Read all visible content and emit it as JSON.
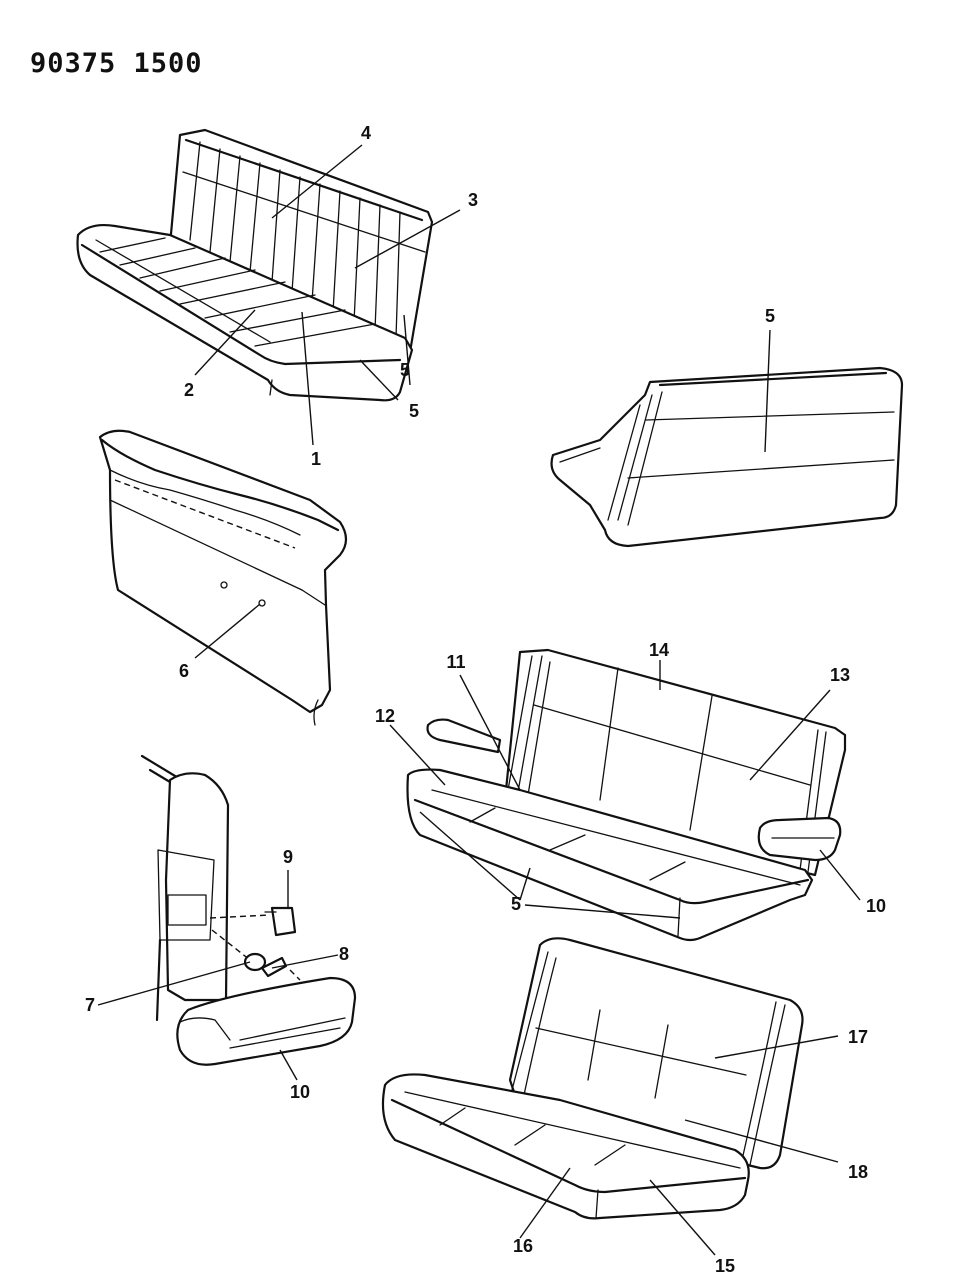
{
  "diagram": {
    "document_number": "90375 1500",
    "callouts": [
      {
        "id": "c1",
        "label": "1"
      },
      {
        "id": "c2",
        "label": "2"
      },
      {
        "id": "c3",
        "label": "3"
      },
      {
        "id": "c4",
        "label": "4"
      },
      {
        "id": "c5a",
        "label": "5"
      },
      {
        "id": "c5b",
        "label": "5"
      },
      {
        "id": "c5c",
        "label": "5"
      },
      {
        "id": "c5d",
        "label": "5"
      },
      {
        "id": "c6",
        "label": "6"
      },
      {
        "id": "c7",
        "label": "7"
      },
      {
        "id": "c8",
        "label": "8"
      },
      {
        "id": "c9",
        "label": "9"
      },
      {
        "id": "c10a",
        "label": "10"
      },
      {
        "id": "c10b",
        "label": "10"
      },
      {
        "id": "c11",
        "label": "11"
      },
      {
        "id": "c12",
        "label": "12"
      },
      {
        "id": "c13",
        "label": "13"
      },
      {
        "id": "c14",
        "label": "14"
      },
      {
        "id": "c15",
        "label": "15"
      },
      {
        "id": "c16",
        "label": "16"
      },
      {
        "id": "c17",
        "label": "17"
      },
      {
        "id": "c18",
        "label": "18"
      }
    ]
  }
}
